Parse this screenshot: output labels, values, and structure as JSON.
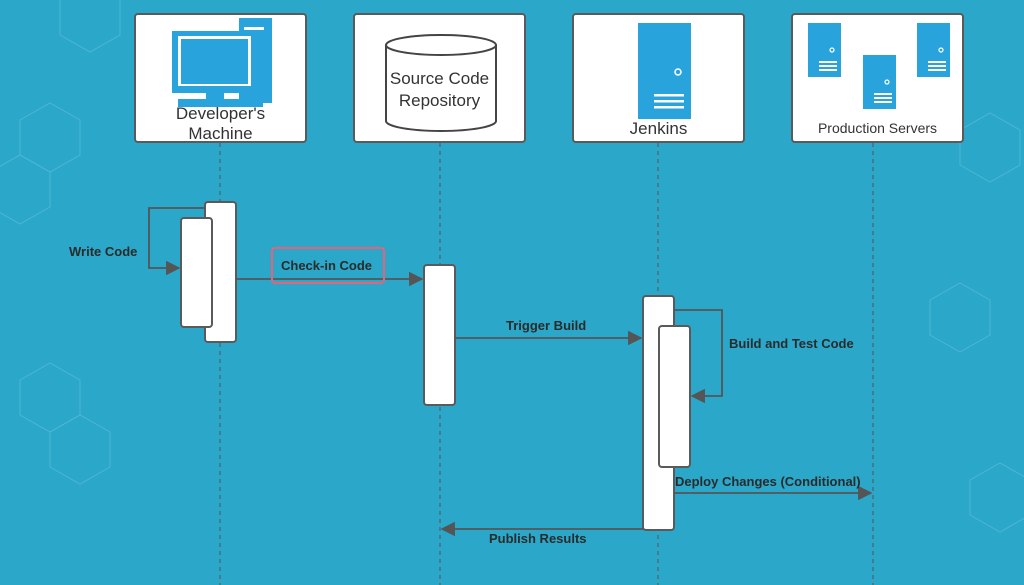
{
  "actors": {
    "developer": {
      "line1": "Developer's",
      "line2": "Machine",
      "icon": "computer-icon"
    },
    "repository": {
      "line1": "Source Code",
      "line2": "Repository",
      "icon": "database-icon"
    },
    "jenkins": {
      "label": "Jenkins",
      "icon": "server-icon"
    },
    "production": {
      "label": "Production Servers",
      "icon": "servers-icon"
    }
  },
  "messages": {
    "write_code": "Write Code",
    "check_in": "Check-in Code",
    "trigger_build": "Trigger Build",
    "build_test": "Build and Test Code",
    "deploy": "Deploy Changes (Conditional)",
    "publish": "Publish Results"
  },
  "colors": {
    "background": "#2aa7c9",
    "icon": "#29a3dc",
    "line": "#5a5a5a",
    "highlight": "#e8637a"
  }
}
